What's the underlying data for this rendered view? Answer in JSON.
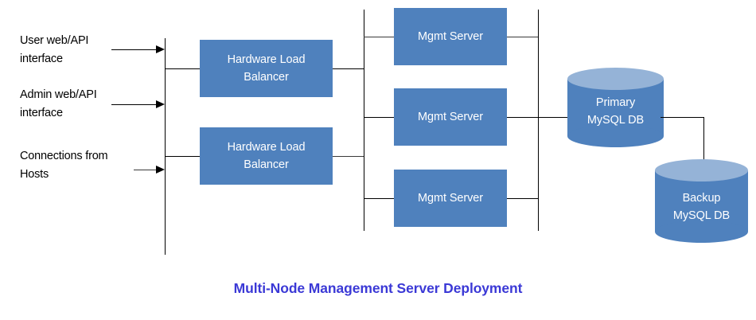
{
  "title": "Multi-Node Management Server Deployment",
  "colors": {
    "node_fill": "#4f81bd",
    "cylinder_top": "#95b3d7",
    "line": "#000000",
    "title": "#3b39d6",
    "background": "#ffffff",
    "node_text": "#ffffff",
    "label_text": "#000000"
  },
  "sources": [
    {
      "label": "User web/API\ninterface"
    },
    {
      "label": "Admin web/API\ninterface"
    },
    {
      "label": "Connections from\nHosts"
    }
  ],
  "load_balancers": [
    {
      "label": "Hardware Load\nBalancer"
    },
    {
      "label": "Hardware Load\nBalancer"
    }
  ],
  "mgmt_servers": [
    {
      "label": "Mgmt Server"
    },
    {
      "label": "Mgmt Server"
    },
    {
      "label": "Mgmt Server"
    }
  ],
  "databases": [
    {
      "label": "Primary\nMySQL DB"
    },
    {
      "label": "Backup\nMySQL DB"
    }
  ]
}
